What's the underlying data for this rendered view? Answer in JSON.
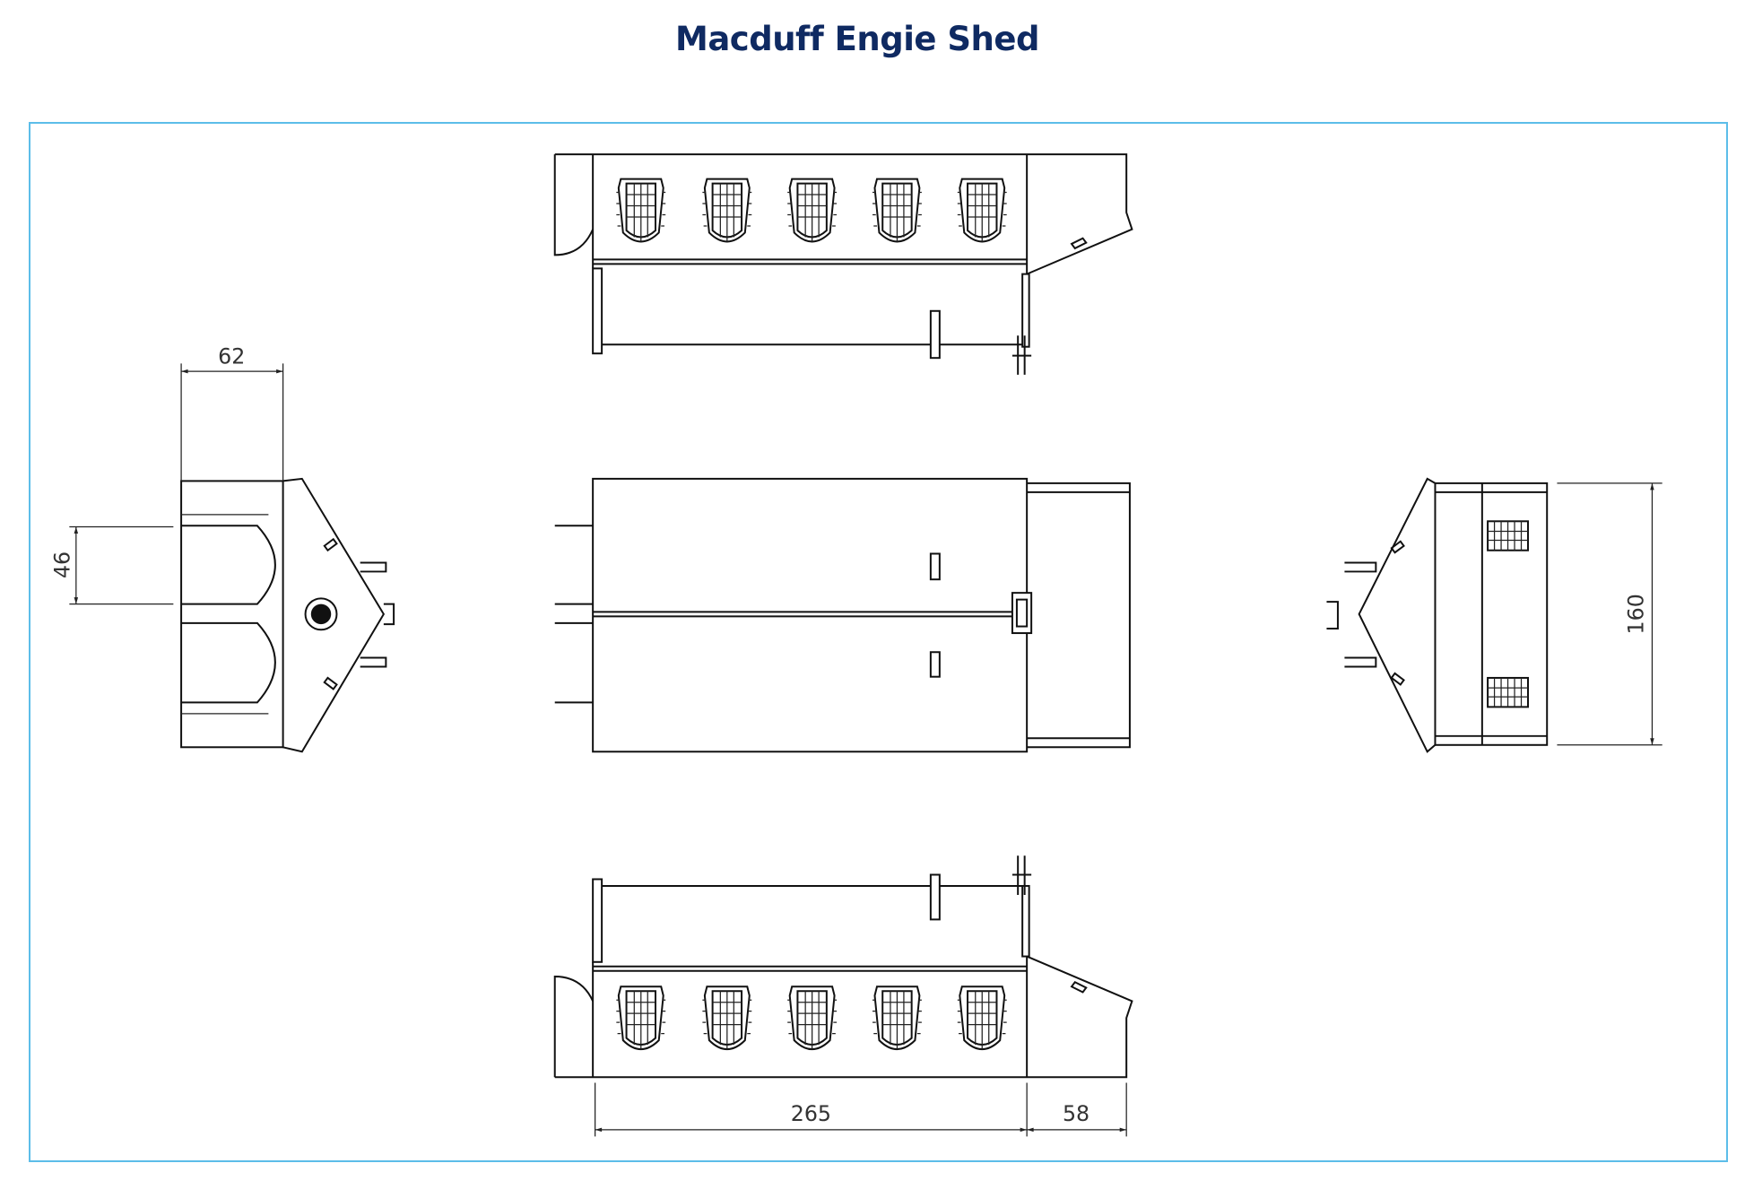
{
  "title": "Macduff Engie Shed",
  "frame_color": "#5cbde9",
  "title_color": "#0f2a62",
  "views": {
    "left_end": {
      "dims": {
        "width": "62",
        "height": "46"
      }
    },
    "right_end": {
      "dims": {
        "height": "160"
      }
    },
    "bottom_side": {
      "dims": {
        "length": "265",
        "extension": "58"
      }
    }
  }
}
